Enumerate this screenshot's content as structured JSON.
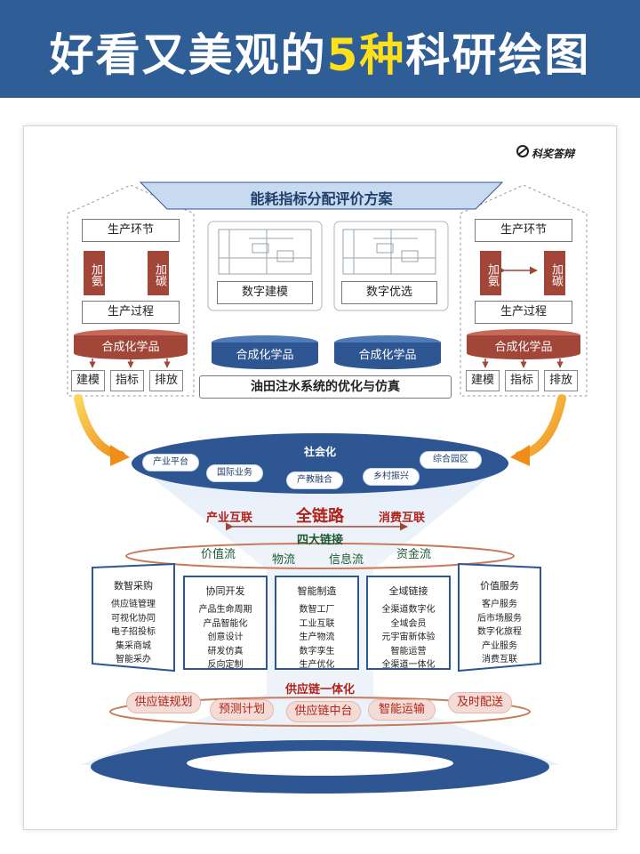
{
  "header": {
    "title_part1": "好看又美观的",
    "title_highlight": "5种",
    "title_part2": "科研绘图"
  },
  "brand": {
    "name": "科奖答辩"
  },
  "top": {
    "banner": "能耗指标分配评价方案",
    "left_house": {
      "top_box": "生产环节",
      "left_vertical": "加氨",
      "right_vertical": "加碳",
      "mid_box": "生产过程",
      "cylinder": "合成化学品",
      "outputs": [
        "建模",
        "指标",
        "排放"
      ]
    },
    "right_house": {
      "top_box": "生产环节",
      "left_vertical": "加氨",
      "right_vertical": "加碳",
      "mid_box": "生产过程",
      "cylinder": "合成化学品",
      "outputs": [
        "建模",
        "指标",
        "排放"
      ]
    },
    "center": {
      "left_label": "数字建模",
      "right_label": "数字优选",
      "left_cylinder": "合成化学品",
      "right_cylinder": "合成化学品",
      "bottom_box": "油田注水系统的优化与仿真"
    }
  },
  "ring1": {
    "center": "社会化",
    "pills": [
      "产业平台",
      "国际业务",
      "产教融合",
      "乡村振兴",
      "综合园区"
    ]
  },
  "chain": {
    "title": "全链路",
    "left": "产业互联",
    "right": "消费互联",
    "subtitle": "四大链接",
    "flows": [
      "价值流",
      "物流",
      "信息流",
      "资金流"
    ]
  },
  "panels": [
    {
      "title": "数智采购",
      "items": [
        "供应链管理",
        "可视化协同",
        "电子招投标",
        "集采商城",
        "智能采办"
      ]
    },
    {
      "title": "协同开发",
      "items": [
        "产品生命周期",
        "产品智能化",
        "创意设计",
        "研发仿真",
        "反向定制"
      ]
    },
    {
      "title": "智能制造",
      "items": [
        "数智工厂",
        "工业互联",
        "生产物流",
        "数字孪生",
        "生产优化"
      ]
    },
    {
      "title": "全域链接",
      "items": [
        "全渠道数字化",
        "全域会员",
        "元宇宙新体验",
        "智能运营",
        "全渠道一体化"
      ]
    },
    {
      "title": "价值服务",
      "items": [
        "客户服务",
        "后市场服务",
        "数字化旅程",
        "产业服务",
        "消费互联"
      ]
    }
  ],
  "supply": {
    "title": "供应链一体化",
    "pills": [
      "供应链规划",
      "预测计划",
      "供应链中台",
      "智能运输",
      "及时配送"
    ]
  },
  "colors": {
    "header_bg": "#2f5e96",
    "highlight": "#ffe01b",
    "navy": "#2d5693",
    "brick": "#a2463a",
    "red_text": "#b2221a",
    "orange_arrow": "#f0a020"
  }
}
